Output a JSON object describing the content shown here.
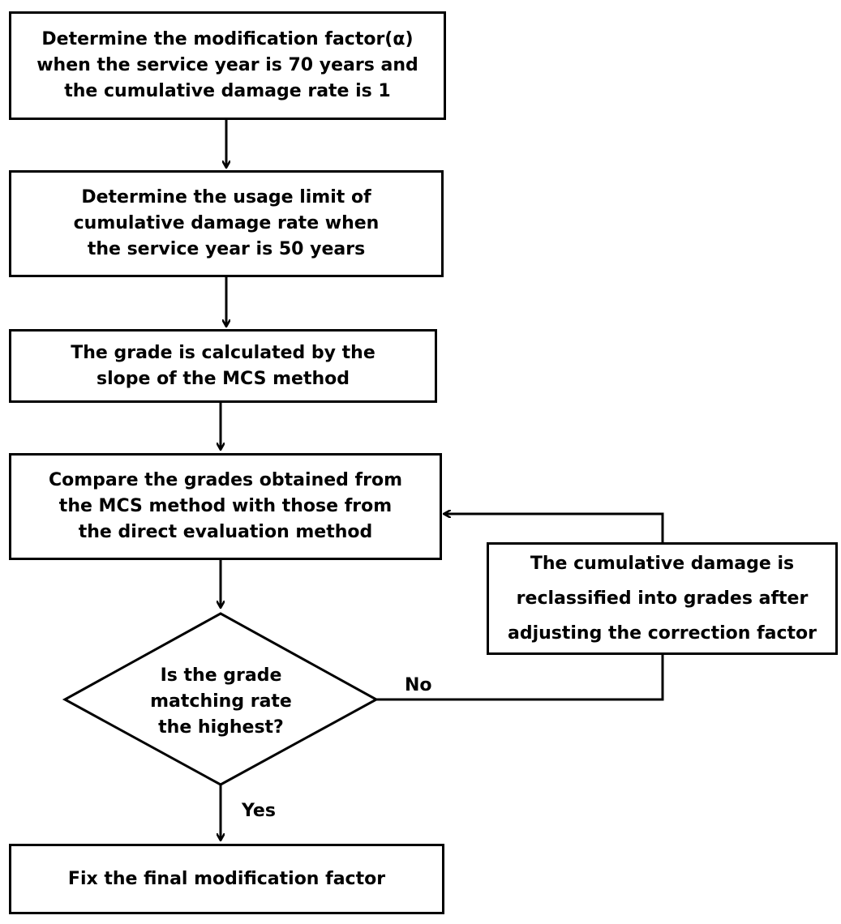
{
  "steps": {
    "step1": "Determine the modification factor(α)\nwhen the service year is 70 years and\nthe cumulative damage rate is 1",
    "step2": "Determine the usage limit of\ncumulative damage rate when\nthe service year is 50 years",
    "step3": "The grade is calculated by the\nslope of the MCS method",
    "step4": "Compare the grades obtained from\nthe MCS method with those from\nthe direct evaluation method",
    "decision": "Is the grade\nmatching rate\nthe highest?",
    "adjust": "The cumulative damage is\nreclassified into grades after\nadjusting the correction factor",
    "final": "Fix the final modification factor"
  },
  "edges": {
    "no_label": "No",
    "yes_label": "Yes"
  },
  "colors": {
    "stroke": "#000000",
    "fill": "#ffffff"
  }
}
